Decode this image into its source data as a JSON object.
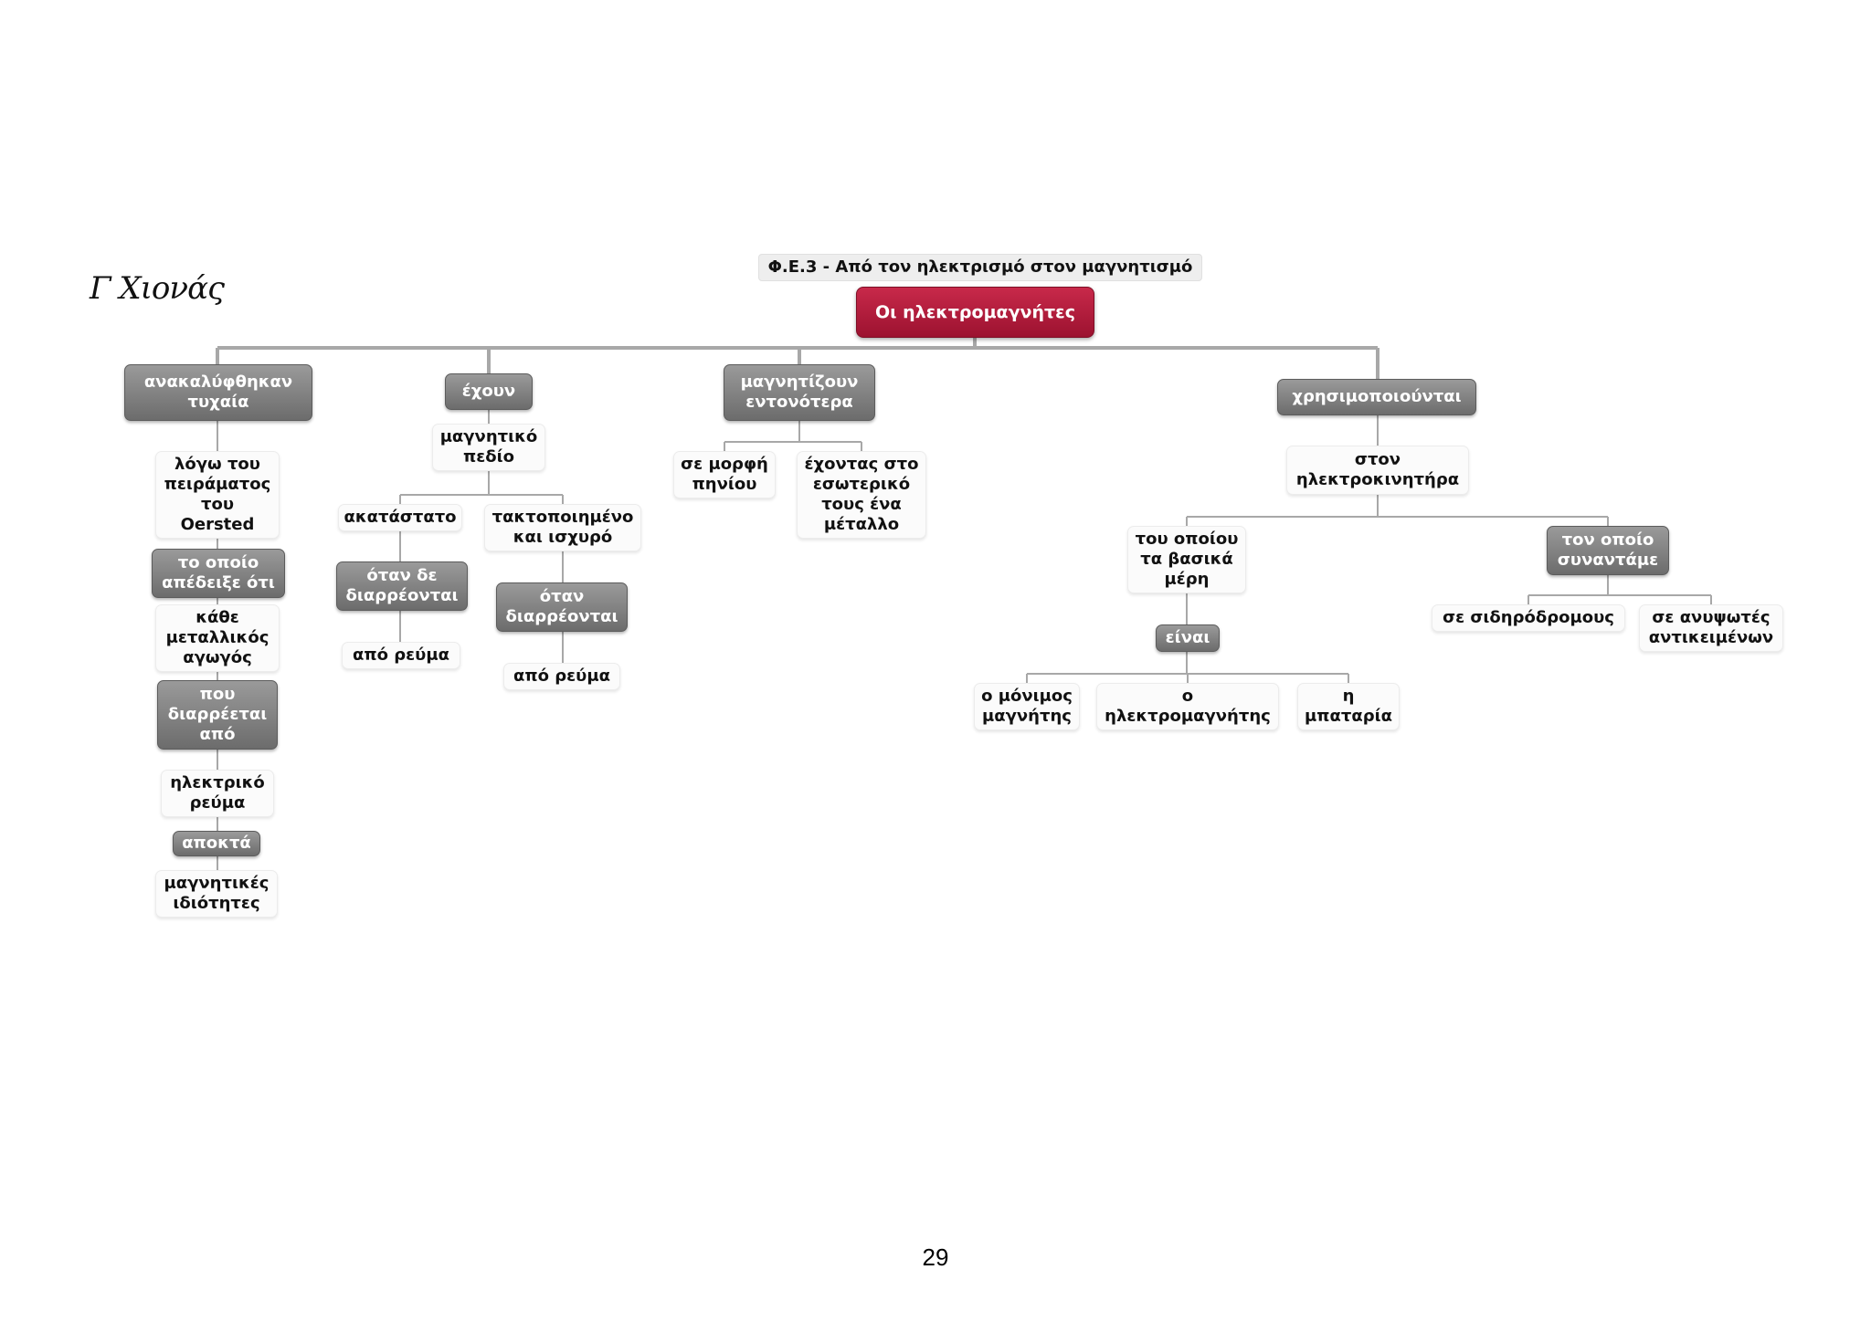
{
  "signature": "Γ Χιονάς",
  "page_number": "29",
  "title": "Φ.Ε.3 - Από τον ηλεκτρισμό στον μαγνητισμό",
  "nodes": {
    "root": "Οι ηλεκτρομαγνήτες",
    "b1_link": "ανακαλύφθηκαν\nτυχαία",
    "b1_c1": "λόγω του\nπειράματος\nτου\nOersted",
    "b1_l2": "το οποίο\nαπέδειξε ότι",
    "b1_c2": "κάθε\nμεταλλικός\nαγωγός",
    "b1_l3": "που\nδιαρρέεται\nαπό",
    "b1_c3": "ηλεκτρικό\nρεύμα",
    "b1_l4": "αποκτά",
    "b1_c4": "μαγνητικές\nιδιότητες",
    "b2_link": "έχουν",
    "b2_c1": "μαγνητικό\nπεδίο",
    "b2_a": "ακατάστατο",
    "b2_a_link": "όταν δε\nδιαρρέονται",
    "b2_a_c": "από ρεύμα",
    "b2_b": "τακτοποιημένο\nκαι ισχυρό",
    "b2_b_link": "όταν\nδιαρρέονται",
    "b2_b_c": "από ρεύμα",
    "b3_link": "μαγνητίζουν\nεντονότερα",
    "b3_a": "σε μορφή\nπηνίου",
    "b3_b": "έχοντας στο\nεσωτερικό\nτους ένα\nμέταλλο",
    "b4_link": "χρησιμοποιούνται",
    "b4_c1": "στον\nηλεκτροκινητήρα",
    "b4_a": "του οποίου\nτα βασικά\nμέρη",
    "b4_a_link": "είναι",
    "b4_a1": "ο μόνιμος\nμαγνήτης",
    "b4_a2": "ο\nηλεκτρομαγνήτης",
    "b4_a3": "η\nμπαταρία",
    "b4_b": "τον οποίο\nσυναντάμε",
    "b4_b1": "σε σιδηρόδρομους",
    "b4_b2": "σε ανυψωτές\nαντικειμένων"
  },
  "colors": {
    "root": "#b01c3a",
    "link": "#7f7f7f",
    "concept": "#fbfbfb",
    "line": "#a8a8a8"
  }
}
